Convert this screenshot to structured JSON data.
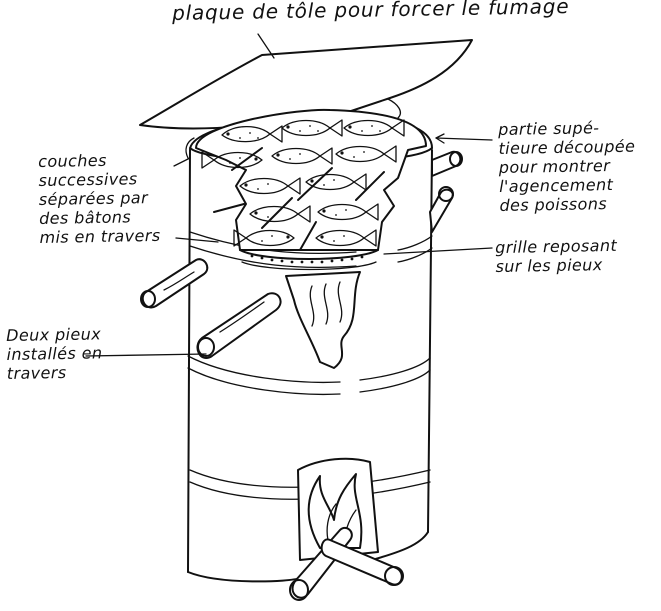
{
  "labels": {
    "sheet_plate": "plaque de tôle pour forcer le fumage",
    "top_cutaway": "partie supé-\ntieure découpée\npour montrer\nl'agencement\ndes poissons",
    "layers": "couches\nsuccessives\nséparées par\ndes bâtons\nmis en travers",
    "grid": "grille reposant\nsur les pieux",
    "stakes": "Deux pieux\ninstallés en\ntravers"
  },
  "colors": {
    "ink": "#111111",
    "paper": "#ffffff"
  },
  "icons": [
    "fish-icon",
    "fire-icon",
    "log-icon",
    "stick-icon"
  ]
}
